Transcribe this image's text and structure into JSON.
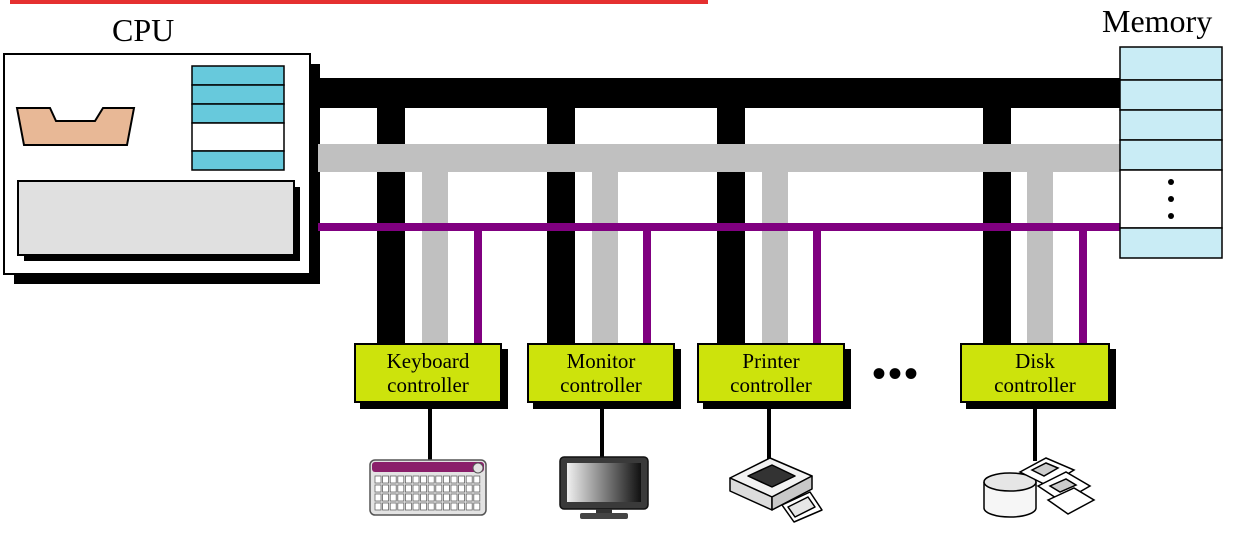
{
  "labels": {
    "cpu": "CPU",
    "memory": "Memory",
    "ellipsis": "•••"
  },
  "controllers": [
    {
      "line1": "Keyboard",
      "line2": "controller"
    },
    {
      "line1": "Monitor",
      "line2": "controller"
    },
    {
      "line1": "Printer",
      "line2": "controller"
    },
    {
      "line1": "Disk",
      "line2": "controller"
    }
  ],
  "devices": [
    "keyboard-icon",
    "monitor-icon",
    "printer-icon",
    "disk-icon"
  ],
  "colors": {
    "data_bus": "#000000",
    "address_bus": "#c0c0c0",
    "control_bus": "#800080",
    "controller_fill": "#cde30c",
    "register_fill": "#67c9dc",
    "memory_fill": "#c9ecf5",
    "alu_fill": "#e8b896",
    "cpu_panel_fill": "#e0e0e0",
    "header_rule": "#e53030"
  }
}
